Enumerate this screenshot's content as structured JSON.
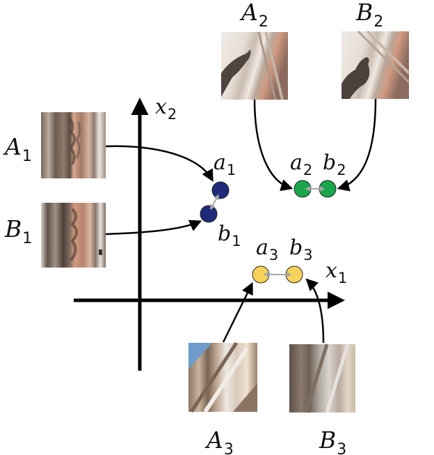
{
  "diagram": {
    "axes": {
      "x_label": {
        "base": "x",
        "sub": "1"
      },
      "y_label": {
        "base": "x",
        "sub": "2"
      }
    },
    "pairs": [
      {
        "id": "pair-1",
        "patch_a": {
          "base": "A",
          "sub": "1",
          "desc": "vertical ornate molding patch"
        },
        "patch_b": {
          "base": "B",
          "sub": "1",
          "desc": "vertical ornate molding patch"
        },
        "point_a": {
          "base": "a",
          "sub": "1"
        },
        "point_b": {
          "base": "b",
          "sub": "1"
        },
        "color": "#1f2a7a"
      },
      {
        "id": "pair-2",
        "patch_a": {
          "base": "A",
          "sub": "2",
          "desc": "statue on diagonal facade"
        },
        "patch_b": {
          "base": "B",
          "sub": "2",
          "desc": "statue on diagonal facade"
        },
        "point_a": {
          "base": "a",
          "sub": "2"
        },
        "point_b": {
          "base": "b",
          "sub": "2"
        },
        "color": "#1aa64a"
      },
      {
        "id": "pair-3",
        "patch_a": {
          "base": "A",
          "sub": "3",
          "desc": "building corner with sky"
        },
        "patch_b": {
          "base": "B",
          "sub": "3",
          "desc": "building corner blurred"
        },
        "point_a": {
          "base": "a",
          "sub": "3"
        },
        "point_b": {
          "base": "b",
          "sub": "3"
        },
        "color": "#f7d25a"
      }
    ],
    "colors": {
      "axis": "#000000",
      "distance_arrow": "#a8a8a8",
      "point_outline": "#222222"
    }
  }
}
